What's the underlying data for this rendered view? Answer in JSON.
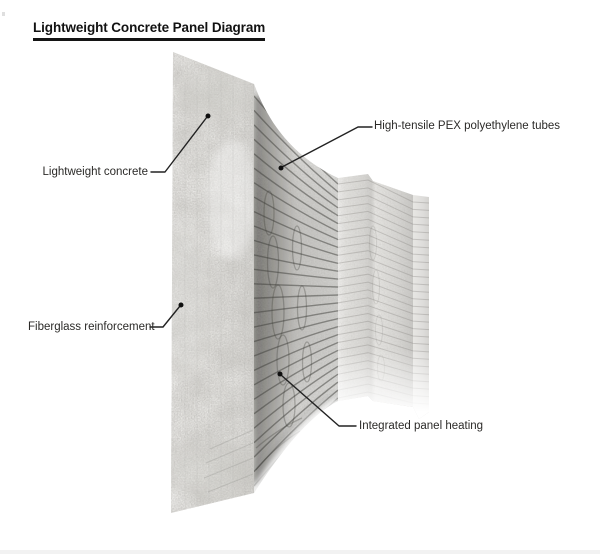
{
  "title": "Lightweight Concrete Panel Diagram",
  "labels": {
    "lightweight_concrete": "Lightweight concrete",
    "pex_tubes": "High-tensile PEX polyethylene tubes",
    "fiberglass": "Fiberglass reinforcement",
    "panel_heating": "Integrated panel heating"
  },
  "figure": {
    "description": "3D cutaway rendering of a curved lightweight concrete panel showing embedded serpentine heating tubes"
  },
  "colors": {
    "background": "#ffffff",
    "ink": "#121212",
    "label_text": "#2b2a28",
    "leader_line": "#222222",
    "concrete_light": "#eceae7",
    "concrete_shadow": "#b9b8b4",
    "tube_dark": "#3e3d39"
  }
}
